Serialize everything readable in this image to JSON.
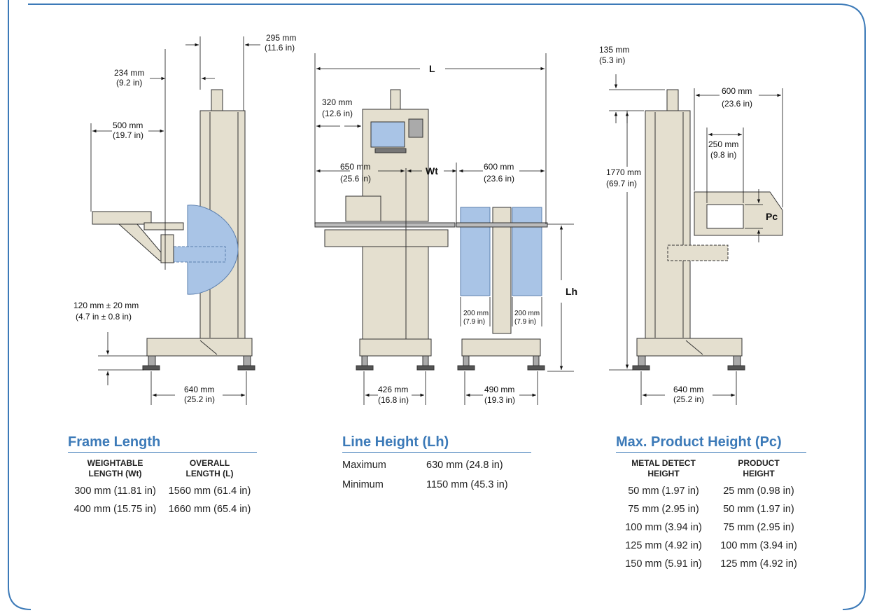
{
  "colors": {
    "border": "#3c7ab8",
    "title": "#3c7ab8",
    "frame": "#e4dfcf",
    "shield": "#a9c4e6"
  },
  "drawings": {
    "side_left": {
      "d295": [
        "295 mm",
        "(11.6 in)"
      ],
      "d234": [
        "234 mm",
        "(9.2 in)"
      ],
      "d500": [
        "500 mm",
        "(19.7 in)"
      ],
      "d120": [
        "120 mm ± 20 mm",
        "(4.7 in ± 0.8 in)"
      ],
      "d640": [
        "640 mm",
        "(25.2 in)"
      ]
    },
    "front": {
      "L": "L",
      "Wt": "Wt",
      "Lh": "Lh",
      "d320": [
        "320 mm",
        "(12.6 in)"
      ],
      "d650": [
        "650 mm",
        "(25.6 in)"
      ],
      "d600": [
        "600 mm",
        "(23.6 in)"
      ],
      "d200a": [
        "200 mm",
        "(7.9 in)"
      ],
      "d200b": [
        "200 mm",
        "(7.9 in)"
      ],
      "d426": [
        "426 mm",
        "(16.8 in)"
      ],
      "d490": [
        "490 mm",
        "(19.3 in)"
      ]
    },
    "side_right": {
      "d135": [
        "135 mm",
        "(5.3 in)"
      ],
      "d600": [
        "600 mm",
        "(23.6 in)"
      ],
      "d250": [
        "250 mm",
        "(9.8 in)"
      ],
      "d1770": [
        "1770 mm",
        "(69.7 in)"
      ],
      "Pc": "Pc",
      "d640": [
        "640 mm",
        "(25.2 in)"
      ]
    }
  },
  "frame_length": {
    "title": "Frame Length",
    "headers": [
      "WEIGHTABLE\nLENGTH (Wt)",
      "OVERALL\nLENGTH (L)"
    ],
    "rows": [
      [
        "300 mm (11.81 in)",
        "1560 mm (61.4 in)"
      ],
      [
        "400 mm (15.75 in)",
        "1660 mm (65.4 in)"
      ]
    ]
  },
  "line_height": {
    "title": "Line Height (Lh)",
    "rows": [
      [
        "Maximum",
        "630 mm (24.8 in)"
      ],
      [
        "Minimum",
        "1150 mm (45.3 in)"
      ]
    ]
  },
  "product_height": {
    "title": "Max. Product Height (Pc)",
    "headers": [
      "METAL DETECT\nHEIGHT",
      "PRODUCT\nHEIGHT"
    ],
    "rows": [
      [
        "50 mm (1.97 in)",
        "25 mm (0.98 in)"
      ],
      [
        "75 mm (2.95 in)",
        "50 mm (1.97 in)"
      ],
      [
        "100 mm (3.94 in)",
        "75 mm (2.95 in)"
      ],
      [
        "125 mm (4.92 in)",
        "100 mm (3.94 in)"
      ],
      [
        "150 mm (5.91 in)",
        "125 mm (4.92 in)"
      ]
    ]
  }
}
